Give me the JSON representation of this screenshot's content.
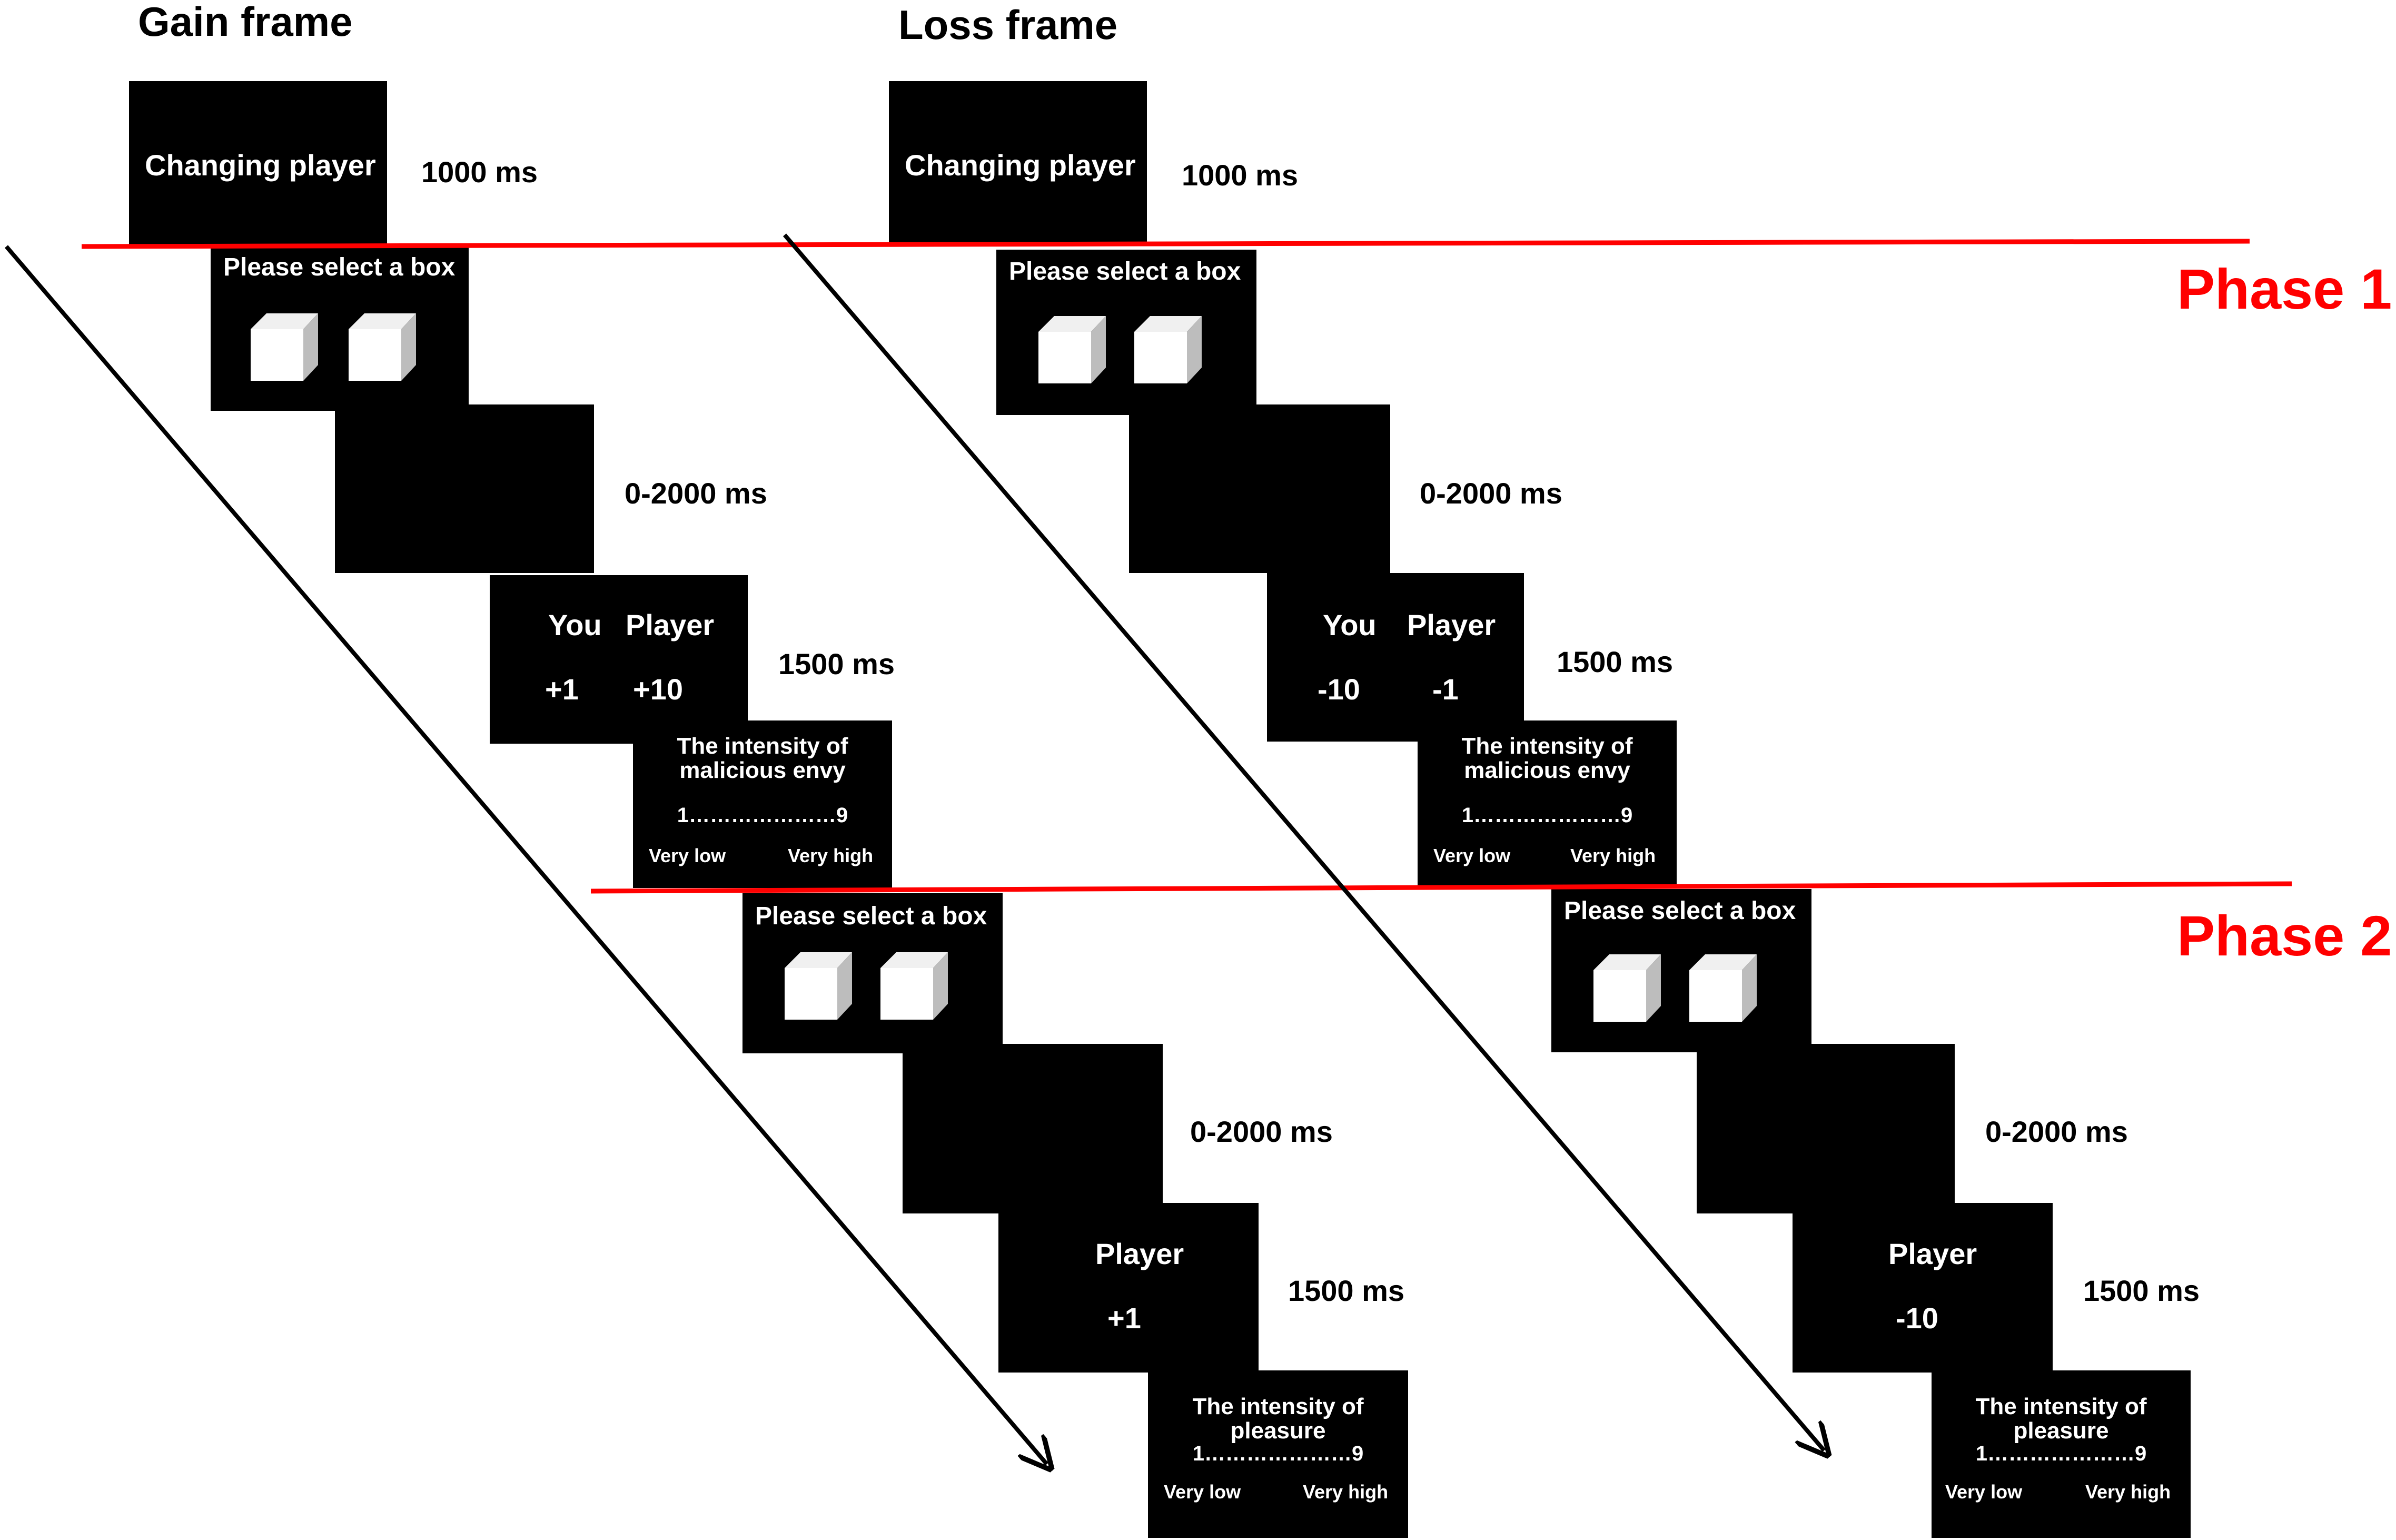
{
  "gain": {
    "title": "Gain frame",
    "changing": "Changing  player",
    "t_changing": "1000 ms",
    "select1": "Please select a box",
    "t_wait1": "0-2000 ms",
    "you": "You",
    "player": "Player",
    "you_val": "+1",
    "player_val": "+10",
    "t_outcome1": "1500 ms",
    "envy_q1": "The intensity of",
    "envy_q2": "malicious envy",
    "scale": "1…………………9",
    "very_low": "Very low",
    "very_high": "Very high",
    "select2": "Please select a box",
    "t_wait2": "0-2000 ms",
    "player2": "Player",
    "player2_val": "+1",
    "t_outcome2": "1500 ms",
    "pleasure_q1": "The intensity of",
    "pleasure_q2": "pleasure",
    "scale2": "1…………………9",
    "very_low2": "Very low",
    "very_high2": "Very high"
  },
  "loss": {
    "title": "Loss frame",
    "changing": "Changing  player",
    "t_changing": "1000 ms",
    "select1": "Please select a box",
    "t_wait1": "0-2000 ms",
    "you": "You",
    "player": "Player",
    "you_val": "-10",
    "player_val": "-1",
    "t_outcome1": "1500 ms",
    "envy_q1": "The intensity of",
    "envy_q2": "malicious envy",
    "scale": "1…………………9",
    "very_low": "Very low",
    "very_high": "Very high",
    "select2": "Please select a box",
    "t_wait2": "0-2000 ms",
    "player2": "Player",
    "player2_val": "-10",
    "t_outcome2": "1500 ms",
    "pleasure_q1": "The intensity of",
    "pleasure_q2": "pleasure",
    "scale2": "1…………………9",
    "very_low2": "Very low",
    "very_high2": "Very high"
  },
  "phases": {
    "phase1": "Phase 1",
    "phase2": "Phase 2"
  },
  "colors": {
    "phase_line": "#ff0000",
    "screen_bg": "#000000",
    "screen_text": "#ffffff"
  }
}
